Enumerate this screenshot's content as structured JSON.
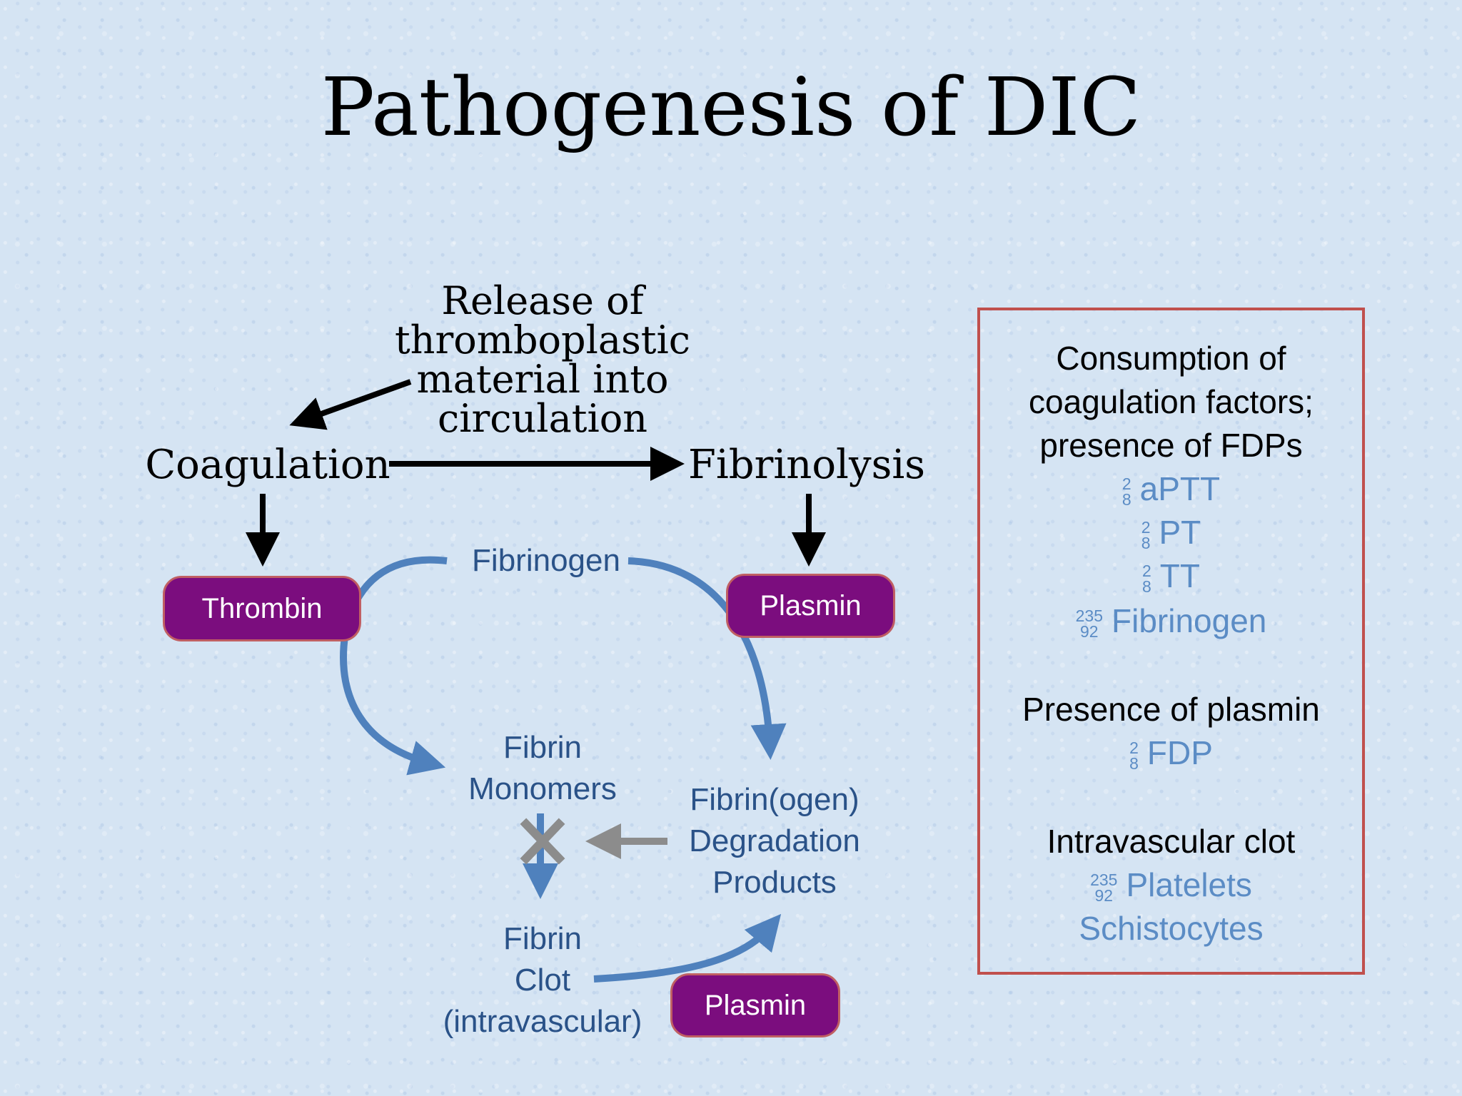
{
  "title": "Pathogenesis of DIC",
  "release": [
    "Release of",
    "thromboplastic",
    "material into",
    "circulation"
  ],
  "coagulation": "Coagulation",
  "fibrinolysis": "Fibrinolysis",
  "thrombin": "Thrombin",
  "plasmin_top": "Plasmin",
  "plasmin_bottom": "Plasmin",
  "fibrinogen": "Fibrinogen",
  "fibrin_monomers": [
    "Fibrin",
    "Monomers"
  ],
  "fdp_label": [
    "Fibrin(ogen)",
    "Degradation",
    "Products"
  ],
  "fibrin_clot": [
    "Fibrin",
    "Clot",
    "(intravascular)"
  ],
  "box": {
    "heading1": [
      "Consumption of",
      "coagulation factors;",
      "presence of FDPs"
    ],
    "tests1": [
      {
        "sym": [
          "2",
          "8"
        ],
        "text": "aPTT"
      },
      {
        "sym": [
          "2",
          "8"
        ],
        "text": "PT"
      },
      {
        "sym": [
          "2",
          "8"
        ],
        "text": "TT"
      },
      {
        "sym": [
          "235",
          "92"
        ],
        "text": "Fibrinogen"
      }
    ],
    "heading2": "Presence of plasmin",
    "tests2": [
      {
        "sym": [
          "2",
          "8"
        ],
        "text": "FDP"
      }
    ],
    "heading3": "Intravascular clot",
    "tests3": [
      {
        "sym": [
          "235",
          "92"
        ],
        "text": "Platelets"
      }
    ],
    "schistocytes": "Schistocytes"
  },
  "colors": {
    "pill_fill": "#7b0d7e",
    "pill_border": "#c05f63",
    "arrow_blue": "#4f81bd",
    "arrow_gray": "#8c8c8c",
    "box_border": "#c0504d",
    "label_blue": "#2a5288",
    "test_blue": "#5b8cc5"
  }
}
